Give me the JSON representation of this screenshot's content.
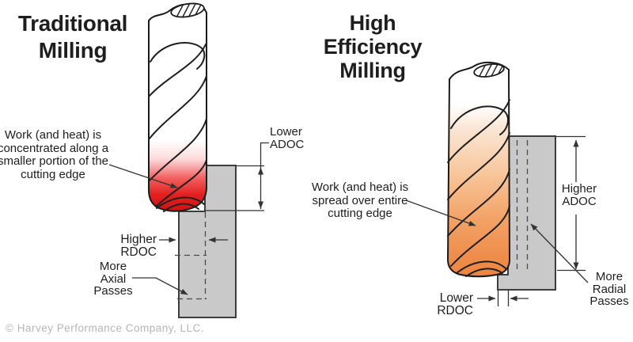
{
  "titles": {
    "traditional": "Traditional Milling",
    "high_efficiency": "High Efficiency Milling"
  },
  "labels": {
    "traditional_heat": "Work (and heat) is concentrated along a smaller portion of the cutting edge",
    "lower_adoc": "Lower ADOC",
    "higher_rdoc": "Higher RDOC",
    "more_axial": "More Axial Passes",
    "hem_heat": "Work (and heat) is spread over entire cutting edge",
    "higher_adoc": "Higher ADOC",
    "lower_rdoc": "Lower RDOC",
    "more_radial": "More Radial Passes"
  },
  "watermark": "© Harvey Performance Company, LLC.",
  "colors": {
    "heat_red": "#cc1212",
    "heat_orange": "#ec8440",
    "workpiece_gray": "#c9c9c9",
    "outline_black": "#1a1a1a",
    "dimension_line": "#333333",
    "watermark_gray": "#b6b6b6"
  }
}
